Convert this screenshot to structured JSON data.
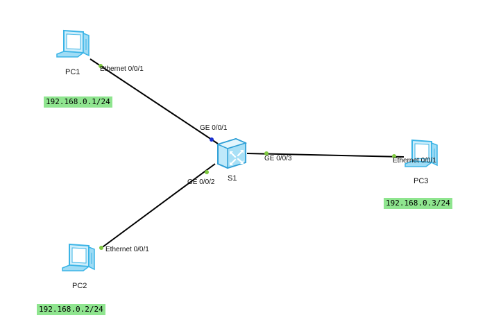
{
  "colors": {
    "link": "#000000",
    "port_up": "#7ec840",
    "port_active": "#1a2fcf",
    "ip_bg": "#8fe58f",
    "pc_face": "#cfeefb",
    "pc_edge": "#3bb4e6",
    "switch_face": "#bfe9fa",
    "switch_edge": "#2e9fd6"
  },
  "devices": [
    {
      "id": "pc1",
      "label": "PC1",
      "icon": "pc-icon",
      "ip": "192.168.0.1/24"
    },
    {
      "id": "pc2",
      "label": "PC2",
      "icon": "pc-icon",
      "ip": "192.168.0.2/24"
    },
    {
      "id": "pc3",
      "label": "PC3",
      "icon": "pc-icon",
      "ip": "192.168.0.3/24"
    },
    {
      "id": "s1",
      "label": "S1",
      "icon": "switch-icon"
    }
  ],
  "links": [
    {
      "from": "pc1",
      "from_port": "Ethernet 0/0/1",
      "to": "s1",
      "to_port": "GE 0/0/1"
    },
    {
      "from": "pc2",
      "from_port": "Ethernet 0/0/1",
      "to": "s1",
      "to_port": "GE 0/0/2"
    },
    {
      "from": "pc3",
      "from_port": "Ethernet 0/0/1",
      "to": "s1",
      "to_port": "GE 0/0/3"
    }
  ]
}
